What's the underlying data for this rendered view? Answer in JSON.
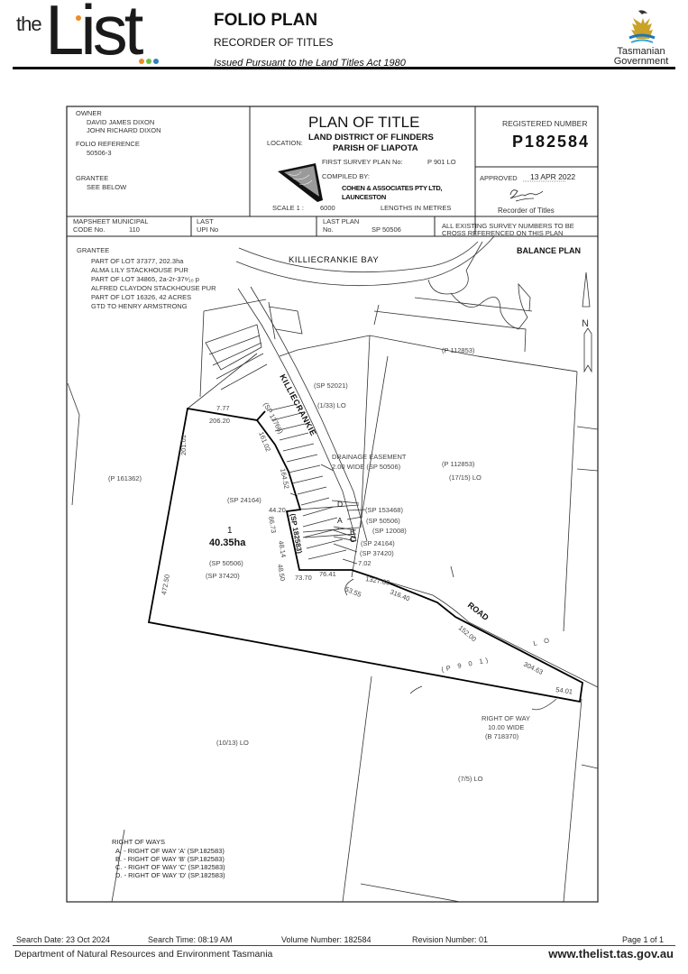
{
  "header": {
    "logo_the": "the",
    "logo_list": "List",
    "logo_dot_colors": [
      "#f08a24",
      "#6cbf3f",
      "#2f7fc1"
    ],
    "title": "FOLIO PLAN",
    "subtitle": "RECORDER OF TITLES",
    "act": "Issued Pursuant to the Land Titles Act 1980",
    "gov_line1": "Tasmanian",
    "gov_line2": "Government"
  },
  "plan_box": {
    "owner_label": "OWNER",
    "owners": [
      "DAVID JAMES DIXON",
      "JOHN RICHARD DIXON"
    ],
    "folio_label": "FOLIO REFERENCE",
    "folio_value": "50506-3",
    "grantee_label": "GRANTEE",
    "grantee_value": "SEE BELOW",
    "plan_title": "PLAN OF TITLE",
    "location_label": "LOCATION:",
    "land_district": "LAND DISTRICT OF FLINDERS",
    "parish": "PARISH OF LIAPOTA",
    "first_survey_label": "FIRST SURVEY PLAN No:",
    "first_survey_value": "P 901 LO",
    "compiled_label": "COMPILED BY:",
    "compiled_line1": "COHEN & ASSOCIATES PTY LTD,",
    "compiled_line2": "LAUNCESTON",
    "scale_label": "SCALE 1 :",
    "scale_value": "6000",
    "lengths": "LENGTHS IN METRES",
    "registered_label": "REGISTERED NUMBER",
    "registered_number": "P182584",
    "approved_label": "APPROVED",
    "approved_date": "13 APR 2022",
    "recorder_label": "Recorder of Titles",
    "mapsheet_label1": "MAPSHEET MUNICIPAL",
    "mapsheet_label2": "CODE No.",
    "mapsheet_value": "110",
    "last_upi_label1": "LAST",
    "last_upi_label2": "UPI No",
    "last_plan_label1": "LAST PLAN",
    "last_plan_label2": "No.",
    "last_plan_value": "SP 50506",
    "survey_note1": "ALL EXISTING SURVEY NUMBERS TO BE",
    "survey_note2": "CROSS REFERENCED ON THIS PLAN"
  },
  "drawing": {
    "grantee_label": "GRANTEE",
    "grantee_lines": [
      "PART OF LOT 37377, 202.3ha",
      "ALMA LILY STACKHOUSE PUR",
      "PART OF LOT 34865, 2a-2r-37⁸⁄₁₀ p",
      "ALFRED CLAYDON STACKHOUSE PUR",
      "PART OF LOT 16326, 42 ACRES",
      "GTD TO HENRY ARMSTRONG"
    ],
    "balance_plan": "BALANCE PLAN",
    "bay": "KILLIECRANKIE BAY",
    "street": "KILLIECRANKIE",
    "road": "ROAD",
    "north": "N",
    "lot_number": "1",
    "lot_area": "40.35ha",
    "parcel_labels": {
      "p112853_top": "(P 112853)",
      "sp52021": "(SP 52021)",
      "lo_1_33": "(1/33) LO",
      "p112853_mid": "(P 112853)",
      "lo_17_15": "(17/15) LO",
      "p161362": "(P 161362)",
      "sp13766": "(SP 13766)",
      "sp24164_a": "(SP 24164)",
      "sp153468": "(SP   153468)",
      "sp50506_a": "(SP 50506)",
      "sp12008": "(SP 12008)",
      "sp24164_b": "(SP 24164)",
      "sp37420_a": "(SP 37420)",
      "sp50506_b": "(SP 50506)",
      "sp37420_b": "(SP 37420)",
      "sp182583": "(SP 182583)",
      "p901": "(P    9    0    1)",
      "lo_road": "L O",
      "lo_10_13": "(10/13) LO",
      "lo_7_5": "(7/5) LO"
    },
    "easement_line1": "DRAINAGE EASEMENT",
    "easement_line2": "2.00 WIDE (SP 50506)",
    "row_line1": "RIGHT OF WAY",
    "row_line2": "10.00 WIDE",
    "row_line3": "(B 718370)",
    "letters": [
      "A",
      "B",
      "C",
      "D"
    ],
    "dimensions": {
      "d7_77": "7.77",
      "d206_20": "206.20",
      "d201_01": "201.01",
      "d161_02": "161.02",
      "d164_52": "164.52",
      "d44_20": "44.20",
      "d86_73": "86.73",
      "d48_14": "48.14",
      "d48_50": "48.50",
      "d73_70": "73.70",
      "d76_41": "76.41",
      "d7_02": "7.02",
      "d53_55": "53.55",
      "d316_40": "316.40",
      "d152_00": "152.00",
      "d304_63": "304.63",
      "d54_01": "54.01",
      "d1327_69": "1327.69",
      "d472_50": "472.50"
    },
    "rights_title": "RIGHT OF WAYS",
    "rights": [
      "A. -  RIGHT OF WAY 'A' (SP.182583)",
      "B. -  RIGHT OF WAY 'B' (SP.182583)",
      "C. -  RIGHT OF WAY 'C' (SP.182583)",
      "D. -  RIGHT OF WAY 'D' (SP.182583)"
    ]
  },
  "footer": {
    "search_date": "Search Date: 23 Oct 2024",
    "search_time": "Search Time: 08:19 AM",
    "volume": "Volume Number: 182584",
    "revision": "Revision Number: 01",
    "page": "Page 1 of  1",
    "department": "Department of Natural Resources and Environment Tasmania",
    "url": "www.thelist.tas.gov.au"
  }
}
